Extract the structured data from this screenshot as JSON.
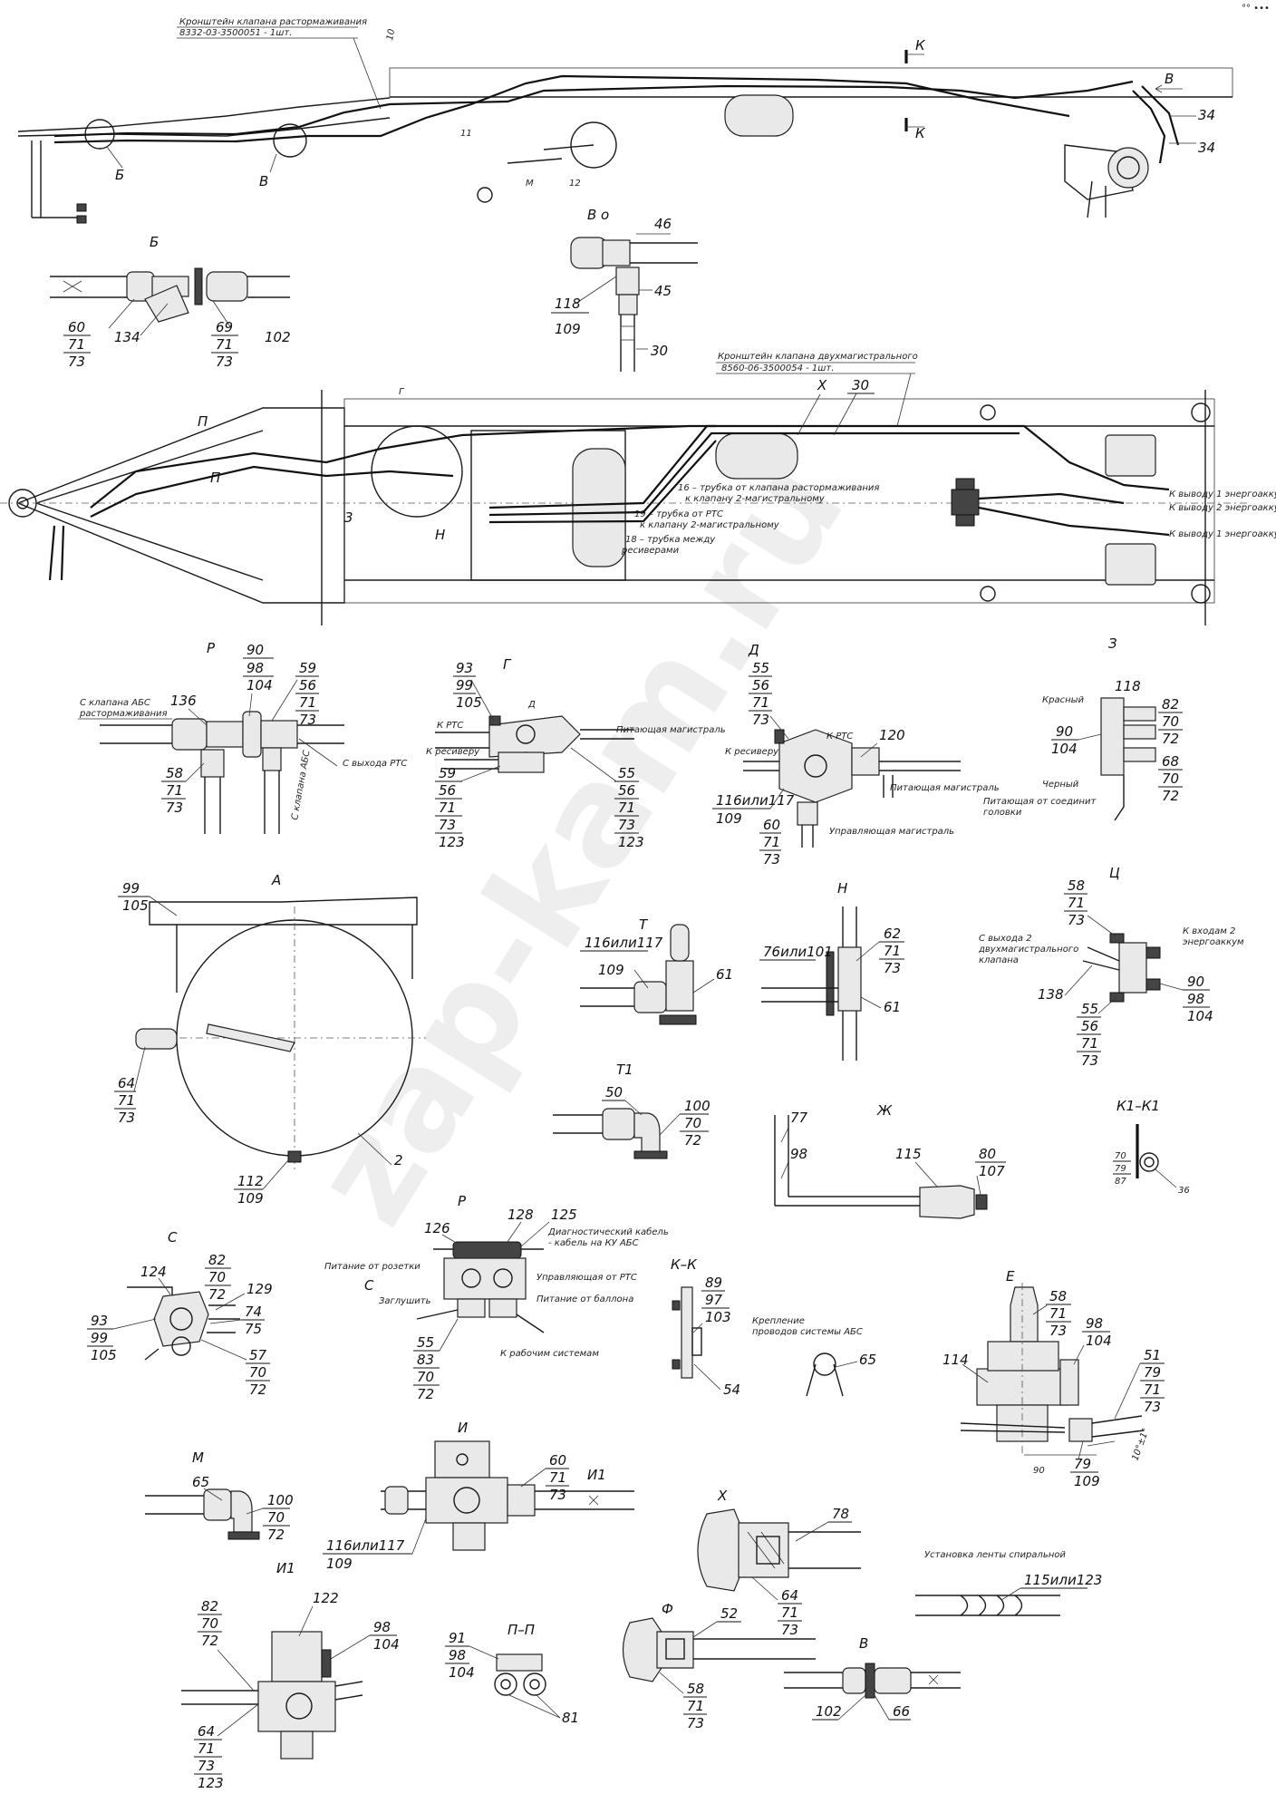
{
  "watermark": "zap-kam.ru",
  "corner_mark": "°° •••",
  "top_view": {
    "bracket_note_1": "Кронштейн клапана растормаживания",
    "bracket_note_2": "8332-03-3500051 - 1шт.",
    "labels": {
      "k": "К",
      "v": "В",
      "b": "Б",
      "v2": "В",
      "m": "М",
      "n10": "10",
      "n11": "11",
      "n12": "12",
      "n34a": "34",
      "n34b": "34"
    }
  },
  "plan_view": {
    "bracket_note_1": "Кронштейн клапана двухмагистрального",
    "bracket_note_2": "8560-06-3500054 - 1шт.",
    "labels": {
      "x": "Х",
      "n30": "30",
      "g": "Г",
      "p": "П",
      "p2": "П",
      "n3": "3",
      "n": "Н"
    },
    "pipe_notes": [
      "16 – трубка от клапана растормаживания",
      "к клапану 2-магистральному",
      "19 – трубка от РТС",
      "к клапану 2-магистральному",
      "18 – трубка между",
      "ресиверами"
    ],
    "outputs": [
      "К выводу 1 энергоаккум",
      "К выводу 2 энергоаккум",
      "К выводу 1 энергоаккум"
    ]
  },
  "views": {
    "b": {
      "title": "Б",
      "nums": [
        "60",
        "71",
        "73",
        "134",
        "69",
        "71",
        "73",
        "102"
      ]
    },
    "vo": {
      "title": "В о",
      "nums": [
        "46",
        "118",
        "109",
        "45",
        "30"
      ]
    },
    "r1": {
      "title": "Р",
      "nums": [
        "90",
        "98",
        "104",
        "136",
        "59",
        "56",
        "71",
        "73",
        "58",
        "71",
        "73"
      ],
      "notes": [
        "С клапана АБС",
        "растормаживания",
        "С выхода РТС",
        "С клапана АБС"
      ]
    },
    "g": {
      "title": "Г",
      "nums": [
        "93",
        "99",
        "105",
        "59",
        "56",
        "71",
        "73",
        "123",
        "55",
        "56",
        "71",
        "73",
        "123"
      ],
      "notes": [
        "К РТС",
        "К ресиверу",
        "Питающая магистраль",
        "Д"
      ]
    },
    "d": {
      "title": "Д",
      "nums": [
        "55",
        "56",
        "71",
        "73",
        "120",
        "116или117",
        "109",
        "60",
        "71",
        "73"
      ],
      "notes": [
        "К РТС",
        "К ресиверу",
        "Питающая магистраль",
        "Управляющая магистраль"
      ]
    },
    "z": {
      "title": "З",
      "nums": [
        "118",
        "82",
        "70",
        "72",
        "90",
        "104",
        "68",
        "70",
        "72"
      ],
      "notes": [
        "Красный",
        "Черный",
        "Питающая от соединит",
        "головки"
      ]
    },
    "a": {
      "title": "А",
      "nums": [
        "99",
        "105",
        "64",
        "71",
        "73",
        "112",
        "109",
        "2"
      ]
    },
    "t": {
      "title": "Т",
      "nums": [
        "116или117",
        "109",
        "61"
      ]
    },
    "n": {
      "title": "Н",
      "nums": [
        "76или101",
        "62",
        "71",
        "73",
        "61"
      ]
    },
    "ts": {
      "title": "Ц",
      "nums": [
        "58",
        "71",
        "73",
        "138",
        "55",
        "56",
        "71",
        "73",
        "90",
        "98",
        "104"
      ],
      "notes": [
        "С выхода 2",
        "двухмагистрального",
        "клапана",
        "К входам 2",
        "энергоаккум"
      ]
    },
    "t1": {
      "title": "Т1",
      "nums": [
        "50",
        "100",
        "70",
        "72"
      ]
    },
    "zh": {
      "title": "Ж",
      "nums": [
        "77",
        "98",
        "115",
        "80",
        "107"
      ]
    },
    "k1": {
      "title": "К1–К1",
      "nums": [
        "70",
        "79",
        "87",
        "36"
      ]
    },
    "r2": {
      "title": "Р",
      "nums": [
        "126",
        "128",
        "125",
        "55",
        "83",
        "70",
        "72"
      ],
      "notes": [
        "Диагностический кабель",
        "- кабель на КУ АБС",
        "Питание от розетки",
        "Управляющая от РТС",
        "Заглушить",
        "Питание от баллона",
        "К рабочим системам",
        "С"
      ]
    },
    "s": {
      "title": "С",
      "nums": [
        "124",
        "82",
        "70",
        "72",
        "129",
        "74",
        "75",
        "93",
        "99",
        "105",
        "57",
        "70",
        "72"
      ]
    },
    "kk": {
      "title": "К–К",
      "nums": [
        "89",
        "97",
        "103",
        "54"
      ]
    },
    "abs": {
      "nums": [
        "65"
      ],
      "notes": [
        "Крепление",
        "проводов системы АБС"
      ]
    },
    "e": {
      "title": "Е",
      "nums": [
        "58",
        "71",
        "73",
        "98",
        "104",
        "114",
        "51",
        "79",
        "71",
        "73",
        "79",
        "109"
      ],
      "notes": [
        "90",
        "10°±1°"
      ]
    },
    "m": {
      "title": "М",
      "nums": [
        "65",
        "100",
        "70",
        "72"
      ]
    },
    "i": {
      "title": "И",
      "nums": [
        "60",
        "71",
        "73",
        "116или117",
        "109"
      ],
      "notes": [
        "И1"
      ]
    },
    "x": {
      "title": "Х",
      "nums": [
        "78",
        "64",
        "71",
        "73"
      ]
    },
    "spiral": {
      "nums": [
        "115или123"
      ],
      "notes": [
        "Установка ленты спиральной"
      ]
    },
    "i1": {
      "title": "И1",
      "nums": [
        "82",
        "70",
        "72",
        "122",
        "98",
        "104",
        "64",
        "71",
        "73",
        "123"
      ]
    },
    "pp": {
      "title": "П–П",
      "nums": [
        "91",
        "98",
        "104",
        "81"
      ]
    },
    "f": {
      "title": "Ф",
      "nums": [
        "52",
        "58",
        "71",
        "73"
      ]
    },
    "v": {
      "title": "В",
      "nums": [
        "102",
        "66"
      ]
    }
  }
}
